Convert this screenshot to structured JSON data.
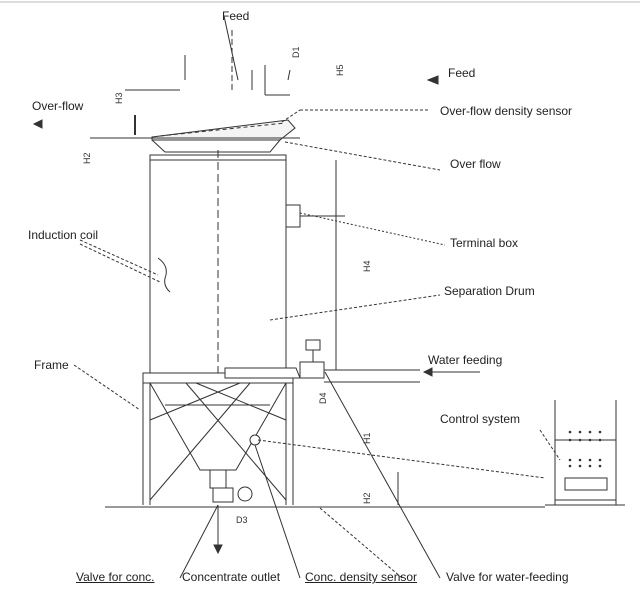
{
  "labels": {
    "feed_top": "Feed",
    "feed_right": "Feed",
    "overflow_left": "Over-flow",
    "overflow_density_sensor": "Over-flow density sensor",
    "over_flow": "Over flow",
    "induction_coil": "Induction coil",
    "terminal_box": "Terminal box",
    "separation_drum": "Separation Drum",
    "frame": "Frame",
    "water_feeding": "Water feeding",
    "control_system": "Control system",
    "valve_for_conc": "Valve for conc.",
    "concentrate_outlet": "Concentrate outlet",
    "conc_density_sensor": "Conc. density sensor",
    "valve_for_water_feeding": "Valve for water-feeding"
  },
  "dimensions": {
    "h3": "H3",
    "d1": "D1",
    "h5": "H5",
    "h2": "H2",
    "h4": "H4",
    "d4": "D4",
    "h1": "H1",
    "h2_bottom": "H2",
    "d3": "D3"
  },
  "colors": {
    "line": "#333333",
    "text": "#222222"
  }
}
